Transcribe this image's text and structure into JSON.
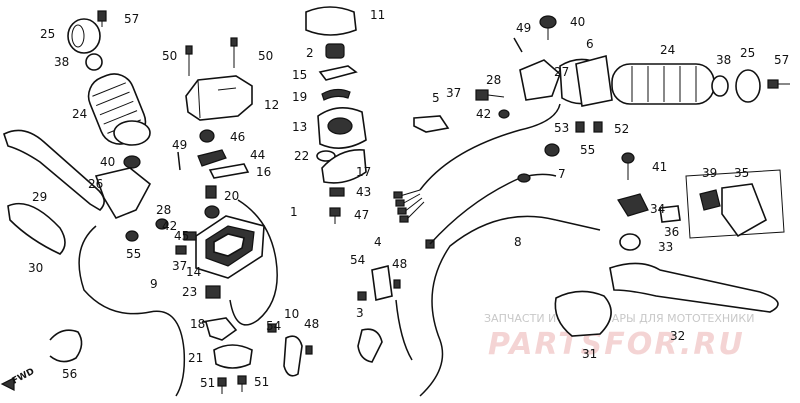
{
  "watermark": {
    "line1": "ЗАПЧАСТИ И АКСЕССУАРЫ ДЛЯ МОТОТЕХНИКИ",
    "line2": "PARTSFOR.RU"
  },
  "fwd_label": "FWD",
  "callouts": [
    {
      "id": "l57a",
      "text": "57"
    },
    {
      "id": "l25a",
      "text": "25"
    },
    {
      "id": "l38a",
      "text": "38"
    },
    {
      "id": "l24a",
      "text": "24"
    },
    {
      "id": "l50a",
      "text": "50"
    },
    {
      "id": "l50b",
      "text": "50"
    },
    {
      "id": "l12",
      "text": "12"
    },
    {
      "id": "l11",
      "text": "11"
    },
    {
      "id": "l2",
      "text": "2"
    },
    {
      "id": "l15",
      "text": "15"
    },
    {
      "id": "l19",
      "text": "19"
    },
    {
      "id": "l13",
      "text": "13"
    },
    {
      "id": "l22",
      "text": "22"
    },
    {
      "id": "l17",
      "text": "17"
    },
    {
      "id": "l43",
      "text": "43"
    },
    {
      "id": "l47",
      "text": "47"
    },
    {
      "id": "l46",
      "text": "46"
    },
    {
      "id": "l44",
      "text": "44"
    },
    {
      "id": "l16",
      "text": "16"
    },
    {
      "id": "l20",
      "text": "20"
    },
    {
      "id": "l28a",
      "text": "28"
    },
    {
      "id": "l1",
      "text": "1"
    },
    {
      "id": "l49a",
      "text": "49"
    },
    {
      "id": "l40a",
      "text": "40"
    },
    {
      "id": "l29",
      "text": "29"
    },
    {
      "id": "l26",
      "text": "26"
    },
    {
      "id": "l30",
      "text": "30"
    },
    {
      "id": "l42a",
      "text": "42"
    },
    {
      "id": "l55a",
      "text": "55"
    },
    {
      "id": "l45",
      "text": "45"
    },
    {
      "id": "l37a",
      "text": "37"
    },
    {
      "id": "l14",
      "text": "14"
    },
    {
      "id": "l23",
      "text": "23"
    },
    {
      "id": "l9",
      "text": "9"
    },
    {
      "id": "l18",
      "text": "18"
    },
    {
      "id": "l21",
      "text": "21"
    },
    {
      "id": "l51a",
      "text": "51"
    },
    {
      "id": "l51b",
      "text": "51"
    },
    {
      "id": "l54a",
      "text": "54"
    },
    {
      "id": "l10",
      "text": "10"
    },
    {
      "id": "l48a",
      "text": "48"
    },
    {
      "id": "l56",
      "text": "56"
    },
    {
      "id": "l49b",
      "text": "49"
    },
    {
      "id": "l40b",
      "text": "40"
    },
    {
      "id": "l6",
      "text": "6"
    },
    {
      "id": "l24b",
      "text": "24"
    },
    {
      "id": "l38b",
      "text": "38"
    },
    {
      "id": "l25b",
      "text": "25"
    },
    {
      "id": "l57b",
      "text": "57"
    },
    {
      "id": "l28b",
      "text": "28"
    },
    {
      "id": "l27",
      "text": "27"
    },
    {
      "id": "l5",
      "text": "5"
    },
    {
      "id": "l37b",
      "text": "37"
    },
    {
      "id": "l42b",
      "text": "42"
    },
    {
      "id": "l53",
      "text": "53"
    },
    {
      "id": "l52",
      "text": "52"
    },
    {
      "id": "l55b",
      "text": "55"
    },
    {
      "id": "l7",
      "text": "7"
    },
    {
      "id": "l41",
      "text": "41"
    },
    {
      "id": "l39",
      "text": "39"
    },
    {
      "id": "l35",
      "text": "35"
    },
    {
      "id": "l34",
      "text": "34"
    },
    {
      "id": "l36",
      "text": "36"
    },
    {
      "id": "l33",
      "text": "33"
    },
    {
      "id": "l8",
      "text": "8"
    },
    {
      "id": "l4",
      "text": "4"
    },
    {
      "id": "l54b",
      "text": "54"
    },
    {
      "id": "l48b",
      "text": "48"
    },
    {
      "id": "l3",
      "text": "3"
    },
    {
      "id": "l32",
      "text": "32"
    },
    {
      "id": "l31",
      "text": "31"
    }
  ]
}
